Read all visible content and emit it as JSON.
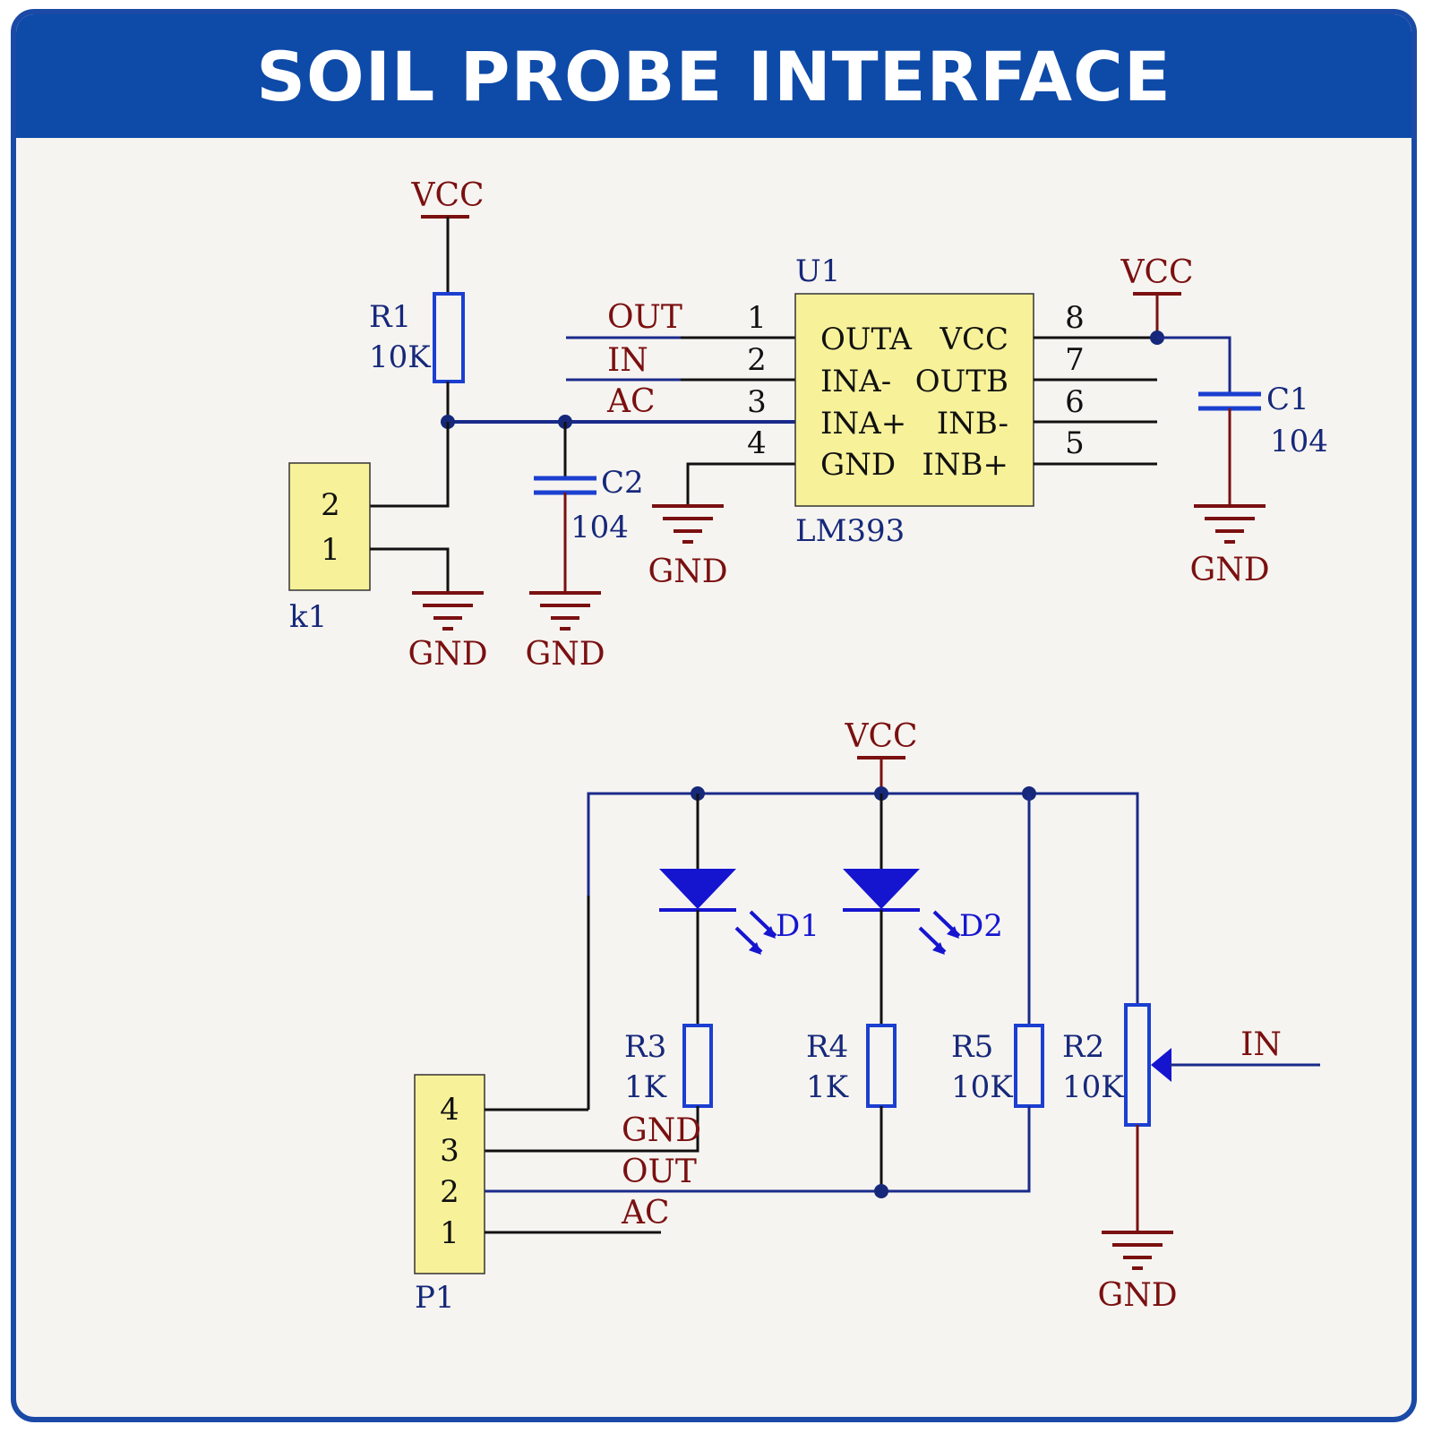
{
  "title": "SOIL PROBE INTERFACE",
  "net_labels": {
    "vcc": "VCC",
    "gnd": "GND",
    "out": "OUT",
    "in": "IN",
    "ac": "AC"
  },
  "components": {
    "R1": {
      "ref": "R1",
      "value": "10K"
    },
    "R2": {
      "ref": "R2",
      "value": "10K"
    },
    "R3": {
      "ref": "R3",
      "value": "1K"
    },
    "R4": {
      "ref": "R4",
      "value": "1K"
    },
    "R5": {
      "ref": "R5",
      "value": "10K"
    },
    "C1": {
      "ref": "C1",
      "value": "104"
    },
    "C2": {
      "ref": "C2",
      "value": "104"
    },
    "D1": {
      "ref": "D1"
    },
    "D2": {
      "ref": "D2"
    },
    "K1": {
      "ref": "k1",
      "pins": [
        "2",
        "1"
      ]
    },
    "P1": {
      "ref": "P1",
      "pins": [
        "4",
        "3",
        "2",
        "1"
      ]
    },
    "U1": {
      "ref": "U1",
      "part": "LM393",
      "left_pins": [
        {
          "num": "1",
          "name": "OUTA"
        },
        {
          "num": "2",
          "name": "INA-"
        },
        {
          "num": "3",
          "name": "INA+"
        },
        {
          "num": "4",
          "name": "GND"
        }
      ],
      "right_pins": [
        {
          "num": "8",
          "name": "VCC"
        },
        {
          "num": "7",
          "name": "OUTB"
        },
        {
          "num": "6",
          "name": "INB-"
        },
        {
          "num": "5",
          "name": "INB+"
        }
      ]
    }
  },
  "colors": {
    "header": "#0e4aa8",
    "border": "#1a4aa6",
    "wire_blue": "#1a2a8a",
    "power_red": "#7a1010",
    "part_yellow": "#f7f29a",
    "resistor_blue": "#1b3fd0"
  }
}
